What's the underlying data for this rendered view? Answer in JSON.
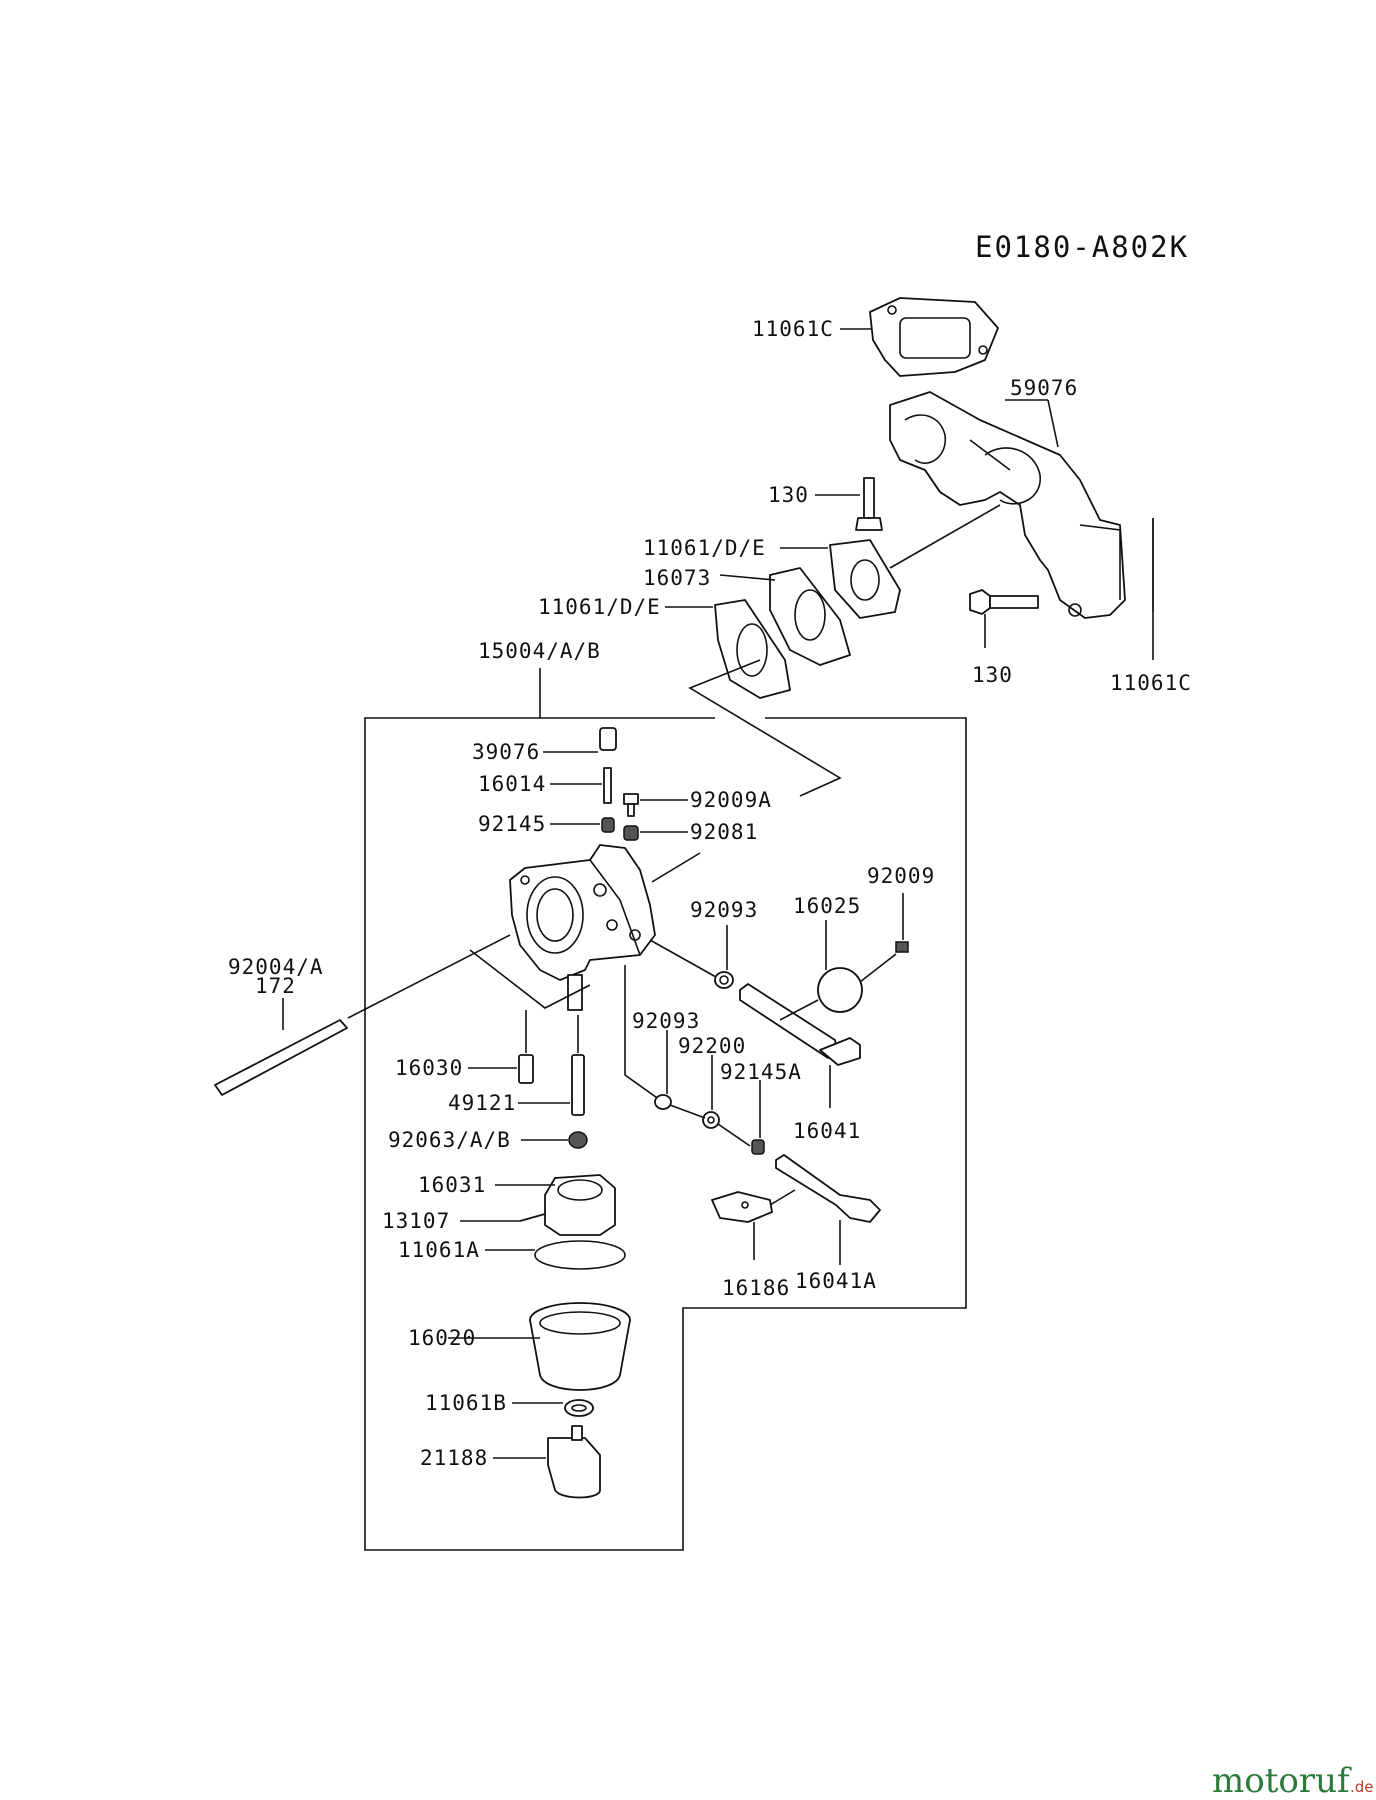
{
  "diagram_code": "E0180-A802K",
  "part_labels": {
    "p11061c_top": "11061C",
    "p59076": "59076",
    "p130_top": "130",
    "p11061de_a": "11061/D/E",
    "p16073": "16073",
    "p11061de_b": "11061/D/E",
    "p130_bottom": "130",
    "p11061c_right": "11061C",
    "p15004": "15004/A/B",
    "p39076": "39076",
    "p16014": "16014",
    "p92009a": "92009A",
    "p92145": "92145",
    "p92081": "92081",
    "p92009": "92009",
    "p92093_a": "92093",
    "p16025": "16025",
    "p92004a": "92004/A",
    "p172": "172",
    "p92093_b": "92093",
    "p92200": "92200",
    "p92145a": "92145A",
    "p16030": "16030",
    "p49121": "49121",
    "p16041": "16041",
    "p92063": "92063/A/B",
    "p16031": "16031",
    "p13107": "13107",
    "p11061a": "11061A",
    "p16186": "16186",
    "p16041a": "16041A",
    "p16020": "16020",
    "p11061b": "11061B",
    "p21188": "21188"
  },
  "watermark": {
    "brand": "motoruf",
    "suffix": ".de"
  }
}
